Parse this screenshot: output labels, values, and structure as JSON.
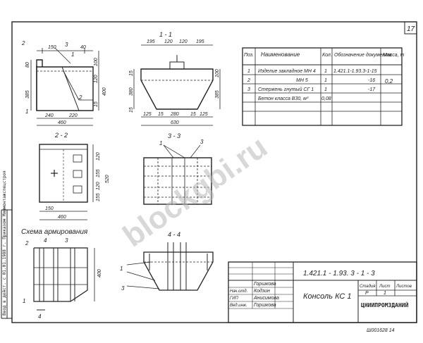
{
  "sheet": {
    "page_number": "17",
    "side_note": "Ввод в дейст. с 01.01.1988 г. Приказом Минмонтажспецстроя",
    "bottom_note": "Ш001628  14"
  },
  "views": {
    "s11": {
      "label": "1 - 1",
      "dims_top": [
        "195",
        "120",
        "120",
        "195"
      ],
      "dims_bottom": [
        "125",
        "15",
        "280",
        "15",
        "125"
      ],
      "overall": "630",
      "heights": [
        "100",
        "385"
      ],
      "left_h": [
        "15",
        "380",
        "15"
      ]
    },
    "s22": {
      "label": "2 - 2",
      "dims_right": [
        "120",
        "155",
        "120",
        "155"
      ],
      "overall_h": "520",
      "dims_bottom": [
        "150"
      ],
      "overall_w": "460"
    },
    "s33": {
      "label": "3 - 3"
    },
    "s44": {
      "label": "4 - 4"
    },
    "side": {
      "dims_top": [
        "150",
        "40"
      ],
      "dims_left": [
        "2",
        "80",
        "385"
      ],
      "dims_right": [
        "100",
        "120",
        "400",
        "15"
      ],
      "dims_bottom": [
        "240",
        "220"
      ],
      "overall": "460"
    },
    "arm": {
      "title": "Схема армирования",
      "height": "400"
    }
  },
  "callouts": {
    "c1": "1",
    "c2": "2",
    "c3": "3",
    "c4": "4"
  },
  "spec": {
    "headers": {
      "pos": "Поз.",
      "name": "Наименование",
      "qty": "Кол.",
      "doc": "Обозначение документа",
      "mass": "Масса, т"
    },
    "rows": [
      {
        "pos": "1",
        "name": "Изделие закладное МН 4",
        "qty": "1",
        "doc": "1.421.1-1.93.3-1-15",
        "mass": "0,2"
      },
      {
        "pos": "2",
        "name": "МН 5",
        "qty": "1",
        "doc": "-16",
        "mass": ""
      },
      {
        "pos": "3",
        "name": "Стержень гнутый СГ 1",
        "qty": "1",
        "doc": "-17",
        "mass": ""
      },
      {
        "pos": "",
        "name": "Бетон класса В30, м³",
        "qty": "0,08",
        "doc": "",
        "mass": ""
      }
    ]
  },
  "title_block": {
    "code": "1.421.1 - 1.93.  3 - 1 - 3",
    "name": "Консоль КС 1",
    "stage_h": "Стадия",
    "sheet_h": "Лист",
    "sheets_h": "Листов",
    "stage": "Р",
    "sheet": "1",
    "org": "ЦНИИПРОМЗДАНИЙ",
    "people": [
      {
        "role": "",
        "name": "Горшкова"
      },
      {
        "role": "Нач.отд.",
        "name": "Кодзин"
      },
      {
        "role": "ГИП",
        "name": "Анисимова"
      },
      {
        "role": "Вед.инж.",
        "name": "Горшкова"
      }
    ]
  },
  "watermark": "blockgbi.ru"
}
